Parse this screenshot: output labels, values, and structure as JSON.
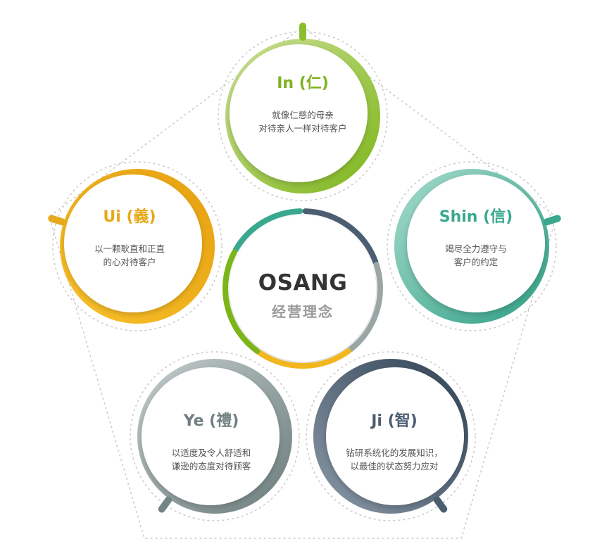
{
  "center": {
    "title": "OSANG",
    "subtitle": "经营理念"
  },
  "nodes": [
    {
      "key": "in",
      "title": "In (仁)",
      "lines": [
        "就像仁慈的母亲",
        "对待亲人一样对待客户"
      ],
      "color": "#8bbd2c",
      "light": "#cfe29a"
    },
    {
      "key": "shin",
      "title": "Shin (信)",
      "lines": [
        "竭尽全力遵守与",
        "客户的约定"
      ],
      "color": "#3aa88f",
      "light": "#a7dccc"
    },
    {
      "key": "ji",
      "title": "Ji (智)",
      "lines": [
        "钻研系统化的发展知识，",
        "以最佳的状态努力应对"
      ],
      "color": "#4b5d70",
      "light": "#a7b2be"
    },
    {
      "key": "ye",
      "title": "Ye (禮)",
      "lines": [
        "以适度及令人舒适和",
        "谦逊的态度对待顾客"
      ],
      "color": "#748585",
      "light": "#c6cfcf"
    },
    {
      "key": "ui",
      "title": "Ui (義)",
      "lines": [
        "以一颗耿直和正直",
        "的心对待客户"
      ],
      "color": "#e6a91b",
      "light": "#f9d64d"
    }
  ]
}
